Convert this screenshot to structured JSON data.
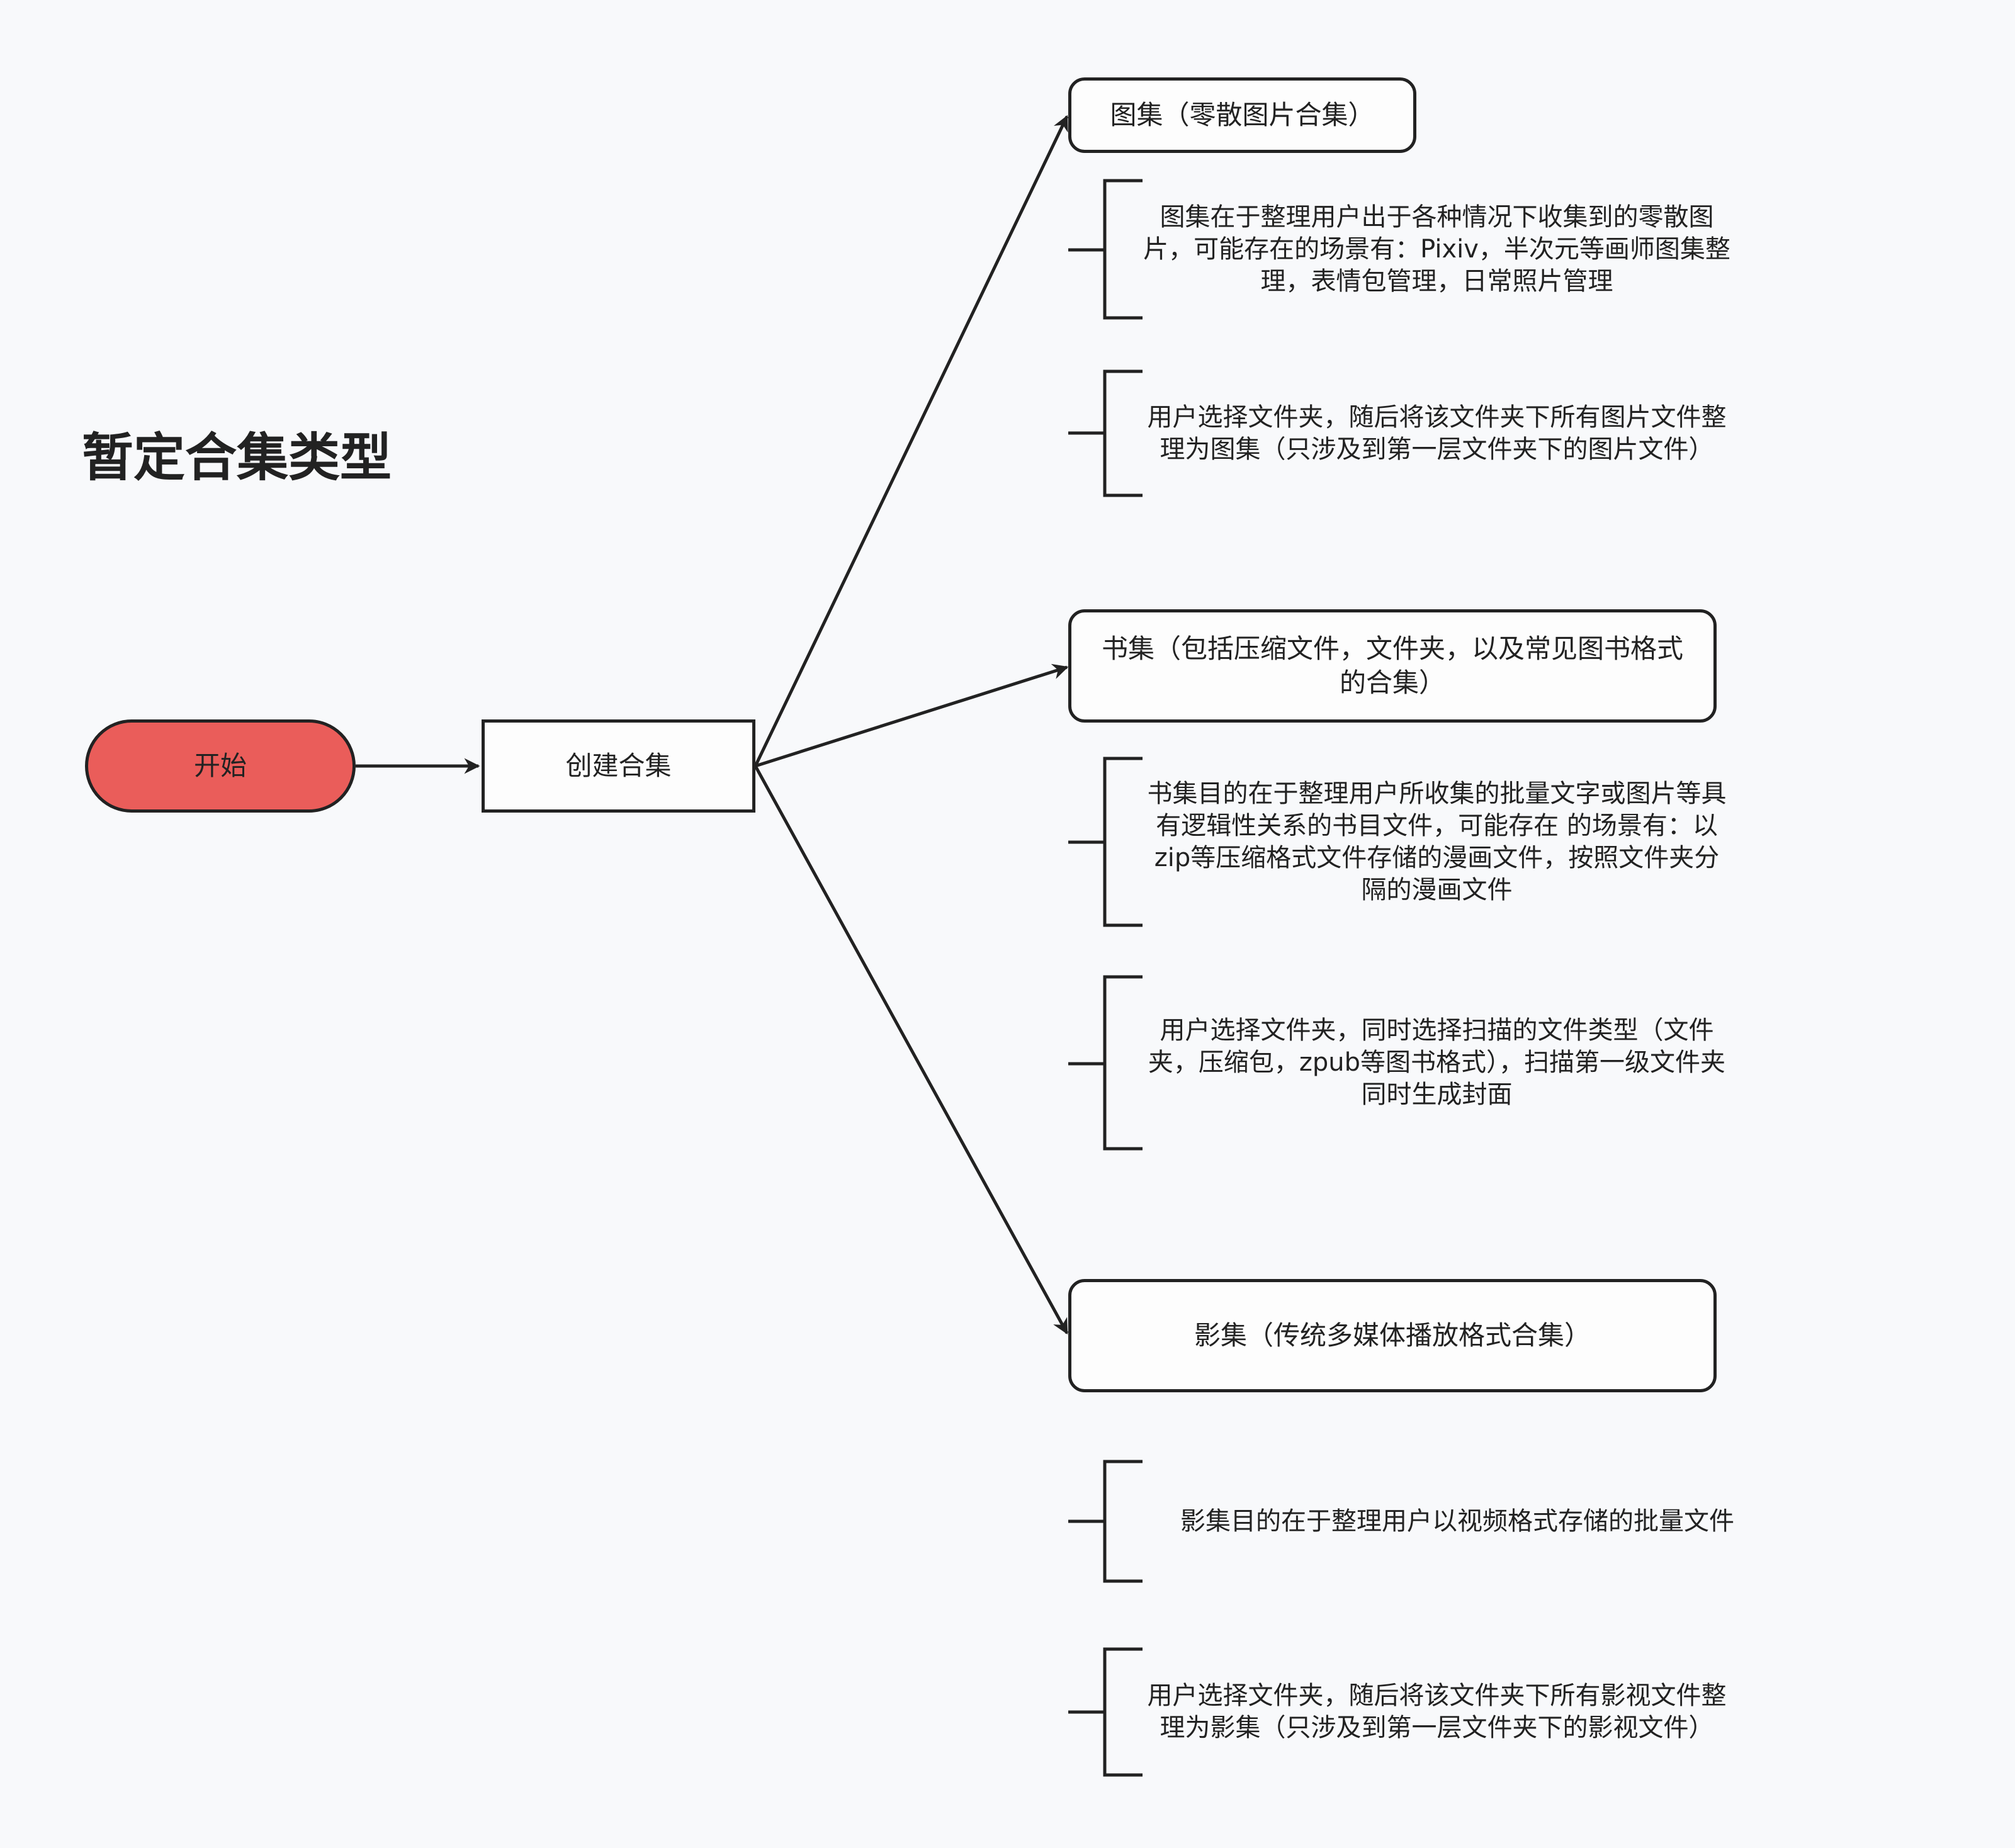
{
  "title": "暂定合集类型",
  "colors": {
    "start_fill": "#ea5d5a",
    "stroke": "#222222",
    "background": "#f8f9fb"
  },
  "nodes": {
    "start": "开始",
    "create": "创建合集",
    "gallery": "图集（零散图片合集）",
    "book": "书集（包括压缩文件，文件夹，以及常见图书格式的合集）",
    "video": "影集（传统多媒体播放格式合集）"
  },
  "notes": {
    "gallery_desc": "图集在于整理用户出于各种情况下收集到的零散图片，可能存在的场景有：Pixiv，半次元等画师图集整理，表情包管理，日常照片管理",
    "gallery_action": "用户选择文件夹，随后将该文件夹下所有图片文件整理为图集（只涉及到第一层文件夹下的图片文件）",
    "book_desc": "书集目的在于整理用户所收集的批量文字或图片等具有逻辑性关系的书目文件，可能存在 的场景有：以zip等压缩格式文件存储的漫画文件，按照文件夹分隔的漫画文件",
    "book_action": "用户选择文件夹，同时选择扫描的文件类型（文件夹，压缩包，zpub等图书格式），扫描第一级文件夹同时生成封面",
    "video_desc": "影集目的在于整理用户以视频格式存储的批量文件",
    "video_action": "用户选择文件夹，随后将该文件夹下所有影视文件整理为影集（只涉及到第一层文件夹下的影视文件）"
  }
}
